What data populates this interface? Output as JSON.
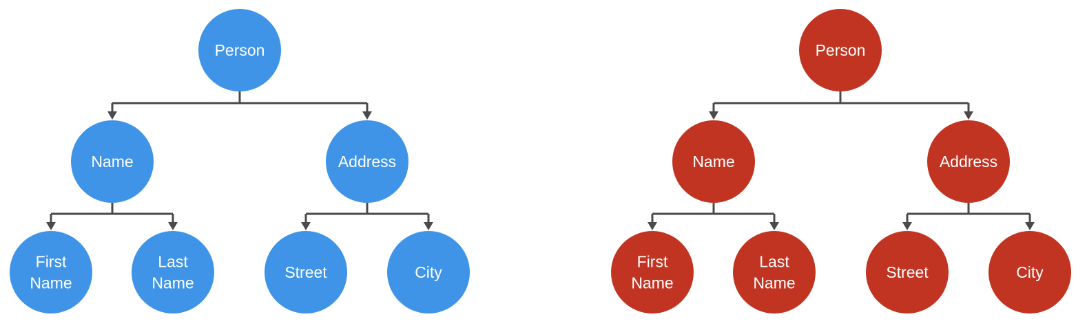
{
  "colors": {
    "left_tree": "#3f94e7",
    "right_tree": "#c13422",
    "connector": "#4a4a4a",
    "label": "#ffffff"
  },
  "trees": [
    {
      "id": "blue",
      "nodes": {
        "person": [
          "Person"
        ],
        "name": [
          "Name"
        ],
        "address": [
          "Address"
        ],
        "first_name": [
          "First",
          "Name"
        ],
        "last_name": [
          "Last",
          "Name"
        ],
        "street": [
          "Street"
        ],
        "city": [
          "City"
        ]
      }
    },
    {
      "id": "red",
      "nodes": {
        "person": [
          "Person"
        ],
        "name": [
          "Name"
        ],
        "address": [
          "Address"
        ],
        "first_name": [
          "First",
          "Name"
        ],
        "last_name": [
          "Last",
          "Name"
        ],
        "street": [
          "Street"
        ],
        "city": [
          "City"
        ]
      }
    }
  ],
  "edges": [
    [
      "person",
      "name"
    ],
    [
      "person",
      "address"
    ],
    [
      "name",
      "first_name"
    ],
    [
      "name",
      "last_name"
    ],
    [
      "address",
      "street"
    ],
    [
      "address",
      "city"
    ]
  ]
}
